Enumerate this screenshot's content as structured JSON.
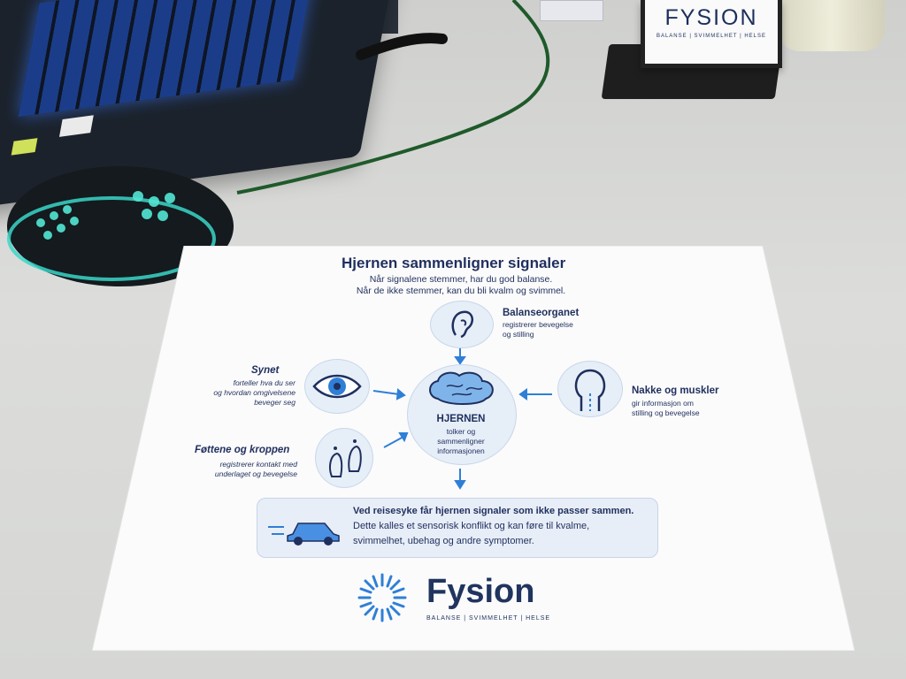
{
  "sign": {
    "title": "FYSION",
    "subtitle": "BALANSE | SVIMMELHET | HELSE"
  },
  "poster": {
    "title": "Hjernen sammenligner signaler",
    "subtitle_line1": "Når signalene stemmer, har du god balanse.",
    "subtitle_line2": "Når de ikke stemmer, kan du bli kvalm og svimmel.",
    "balance": {
      "label": "Balanseorganet",
      "desc1": "registrerer bevegelse",
      "desc2": "og stilling",
      "icon": "ear-icon"
    },
    "vision": {
      "label": "Synet",
      "desc1": "forteller hva du ser",
      "desc2": "og hvordan omgivelsene",
      "desc3": "beveger seg",
      "icon": "eye-icon"
    },
    "neck": {
      "label": "Nakke og muskler",
      "desc1": "gir informasjon om",
      "desc2": "stilling og bevegelse",
      "icon": "neck-icon"
    },
    "feet": {
      "label": "Føttene og kroppen",
      "desc1": "registrerer kontakt med",
      "desc2": "underlaget og bevegelse",
      "icon": "feet-icon"
    },
    "brain": {
      "label": "HJERNEN",
      "desc1": "tolker og",
      "desc2": "sammenligner",
      "desc3": "informasjonen",
      "icon": "brain-icon"
    },
    "conflict": {
      "line1": "Ved reisesyke får hjernen signaler som ikke passer sammen.",
      "line2": "Dette kalles et sensorisk konflikt og kan føre til kvalme,",
      "line3": "svimmelhet, ubehag og andre symptomer.",
      "icon": "car-icon"
    },
    "logo": {
      "word": "Fysion",
      "tagline": "BALANSE | SVIMMELHET | HELSE"
    }
  },
  "colors": {
    "navy": "#1f2f5e",
    "accent_blue": "#2f7fd6",
    "circle_fill": "#e6eef8"
  }
}
